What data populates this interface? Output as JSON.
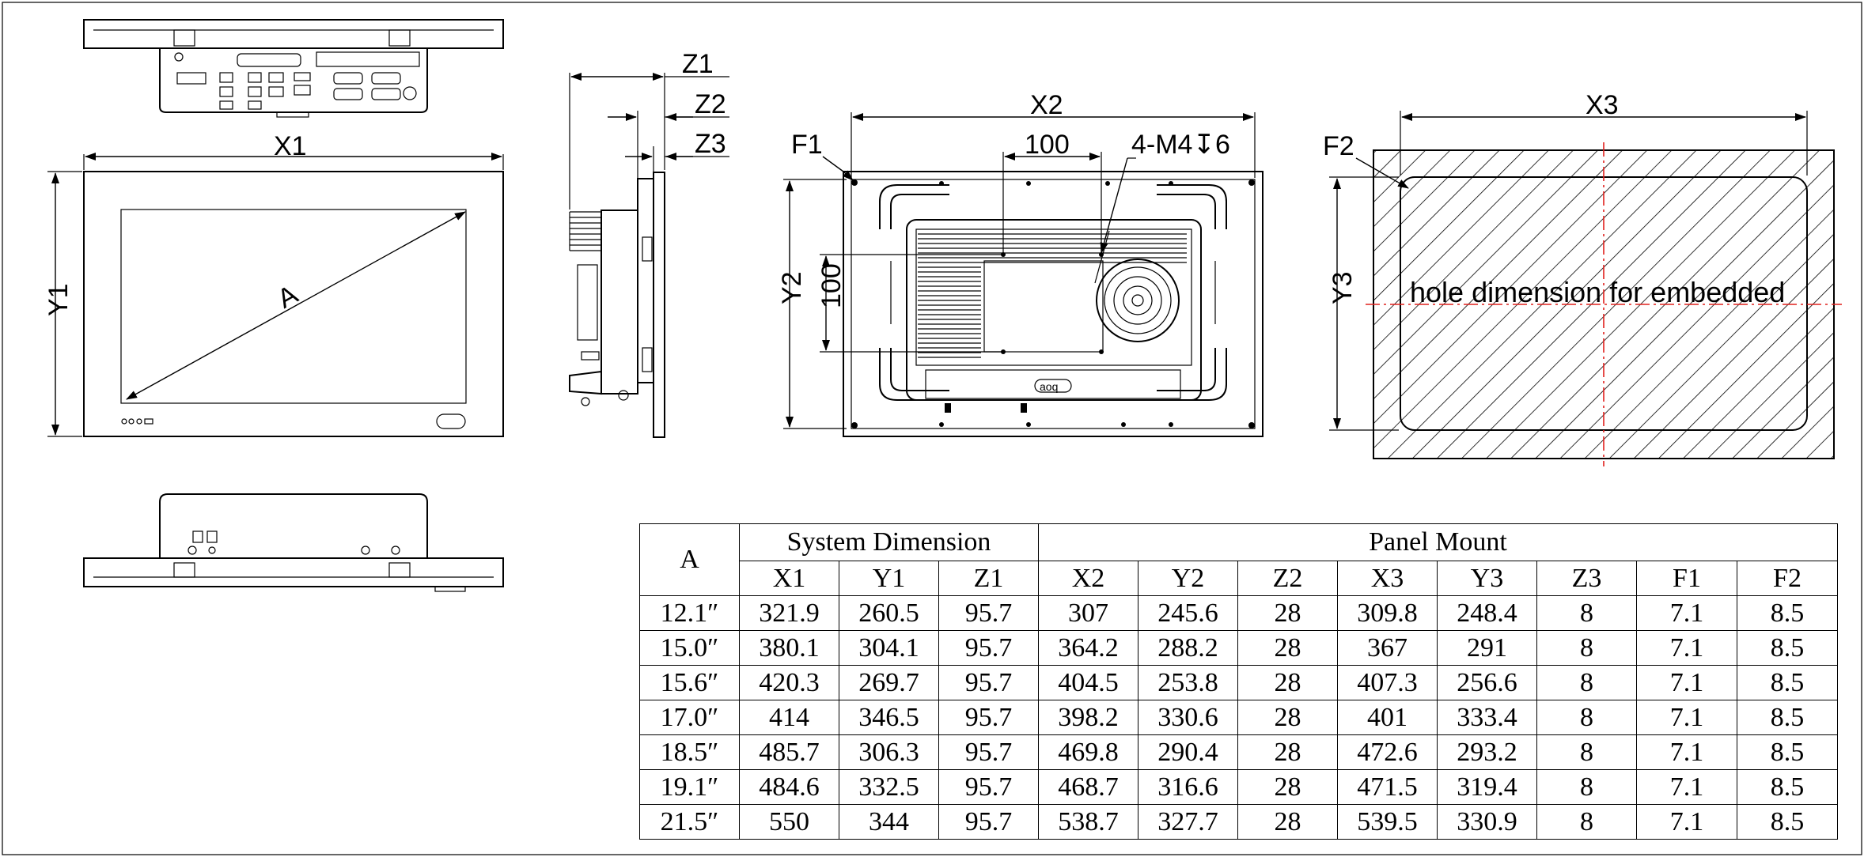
{
  "drawing": {
    "labels": {
      "x1": "X1",
      "y1": "Y1",
      "a": "A",
      "z1": "Z1",
      "z2": "Z2",
      "z3": "Z3",
      "x2": "X2",
      "y2": "Y2",
      "f1": "F1",
      "dim100_h": "100",
      "dim100_v": "100",
      "m4": "4-M4↧6",
      "x3": "X3",
      "y3": "Y3",
      "f2": "F2",
      "hole_note": "hole dimension for embedded",
      "logo": "aoq"
    }
  },
  "table": {
    "col_a": "A",
    "group_system": "System Dimension",
    "group_panel": "Panel Mount",
    "columns": [
      "X1",
      "Y1",
      "Z1",
      "X2",
      "Y2",
      "Z2",
      "X3",
      "Y3",
      "Z3",
      "F1",
      "F2"
    ],
    "rows": [
      [
        "12.1″",
        "321.9",
        "260.5",
        "95.7",
        "307",
        "245.6",
        "28",
        "309.8",
        "248.4",
        "8",
        "7.1",
        "8.5"
      ],
      [
        "15.0″",
        "380.1",
        "304.1",
        "95.7",
        "364.2",
        "288.2",
        "28",
        "367",
        "291",
        "8",
        "7.1",
        "8.5"
      ],
      [
        "15.6″",
        "420.3",
        "269.7",
        "95.7",
        "404.5",
        "253.8",
        "28",
        "407.3",
        "256.6",
        "8",
        "7.1",
        "8.5"
      ],
      [
        "17.0″",
        "414",
        "346.5",
        "95.7",
        "398.2",
        "330.6",
        "28",
        "401",
        "333.4",
        "8",
        "7.1",
        "8.5"
      ],
      [
        "18.5″",
        "485.7",
        "306.3",
        "95.7",
        "469.8",
        "290.4",
        "28",
        "472.6",
        "293.2",
        "8",
        "7.1",
        "8.5"
      ],
      [
        "19.1″",
        "484.6",
        "332.5",
        "95.7",
        "468.7",
        "316.6",
        "28",
        "471.5",
        "319.4",
        "8",
        "7.1",
        "8.5"
      ],
      [
        "21.5″",
        "550",
        "344",
        "95.7",
        "538.7",
        "327.7",
        "28",
        "539.5",
        "330.9",
        "8",
        "7.1",
        "8.5"
      ]
    ]
  }
}
